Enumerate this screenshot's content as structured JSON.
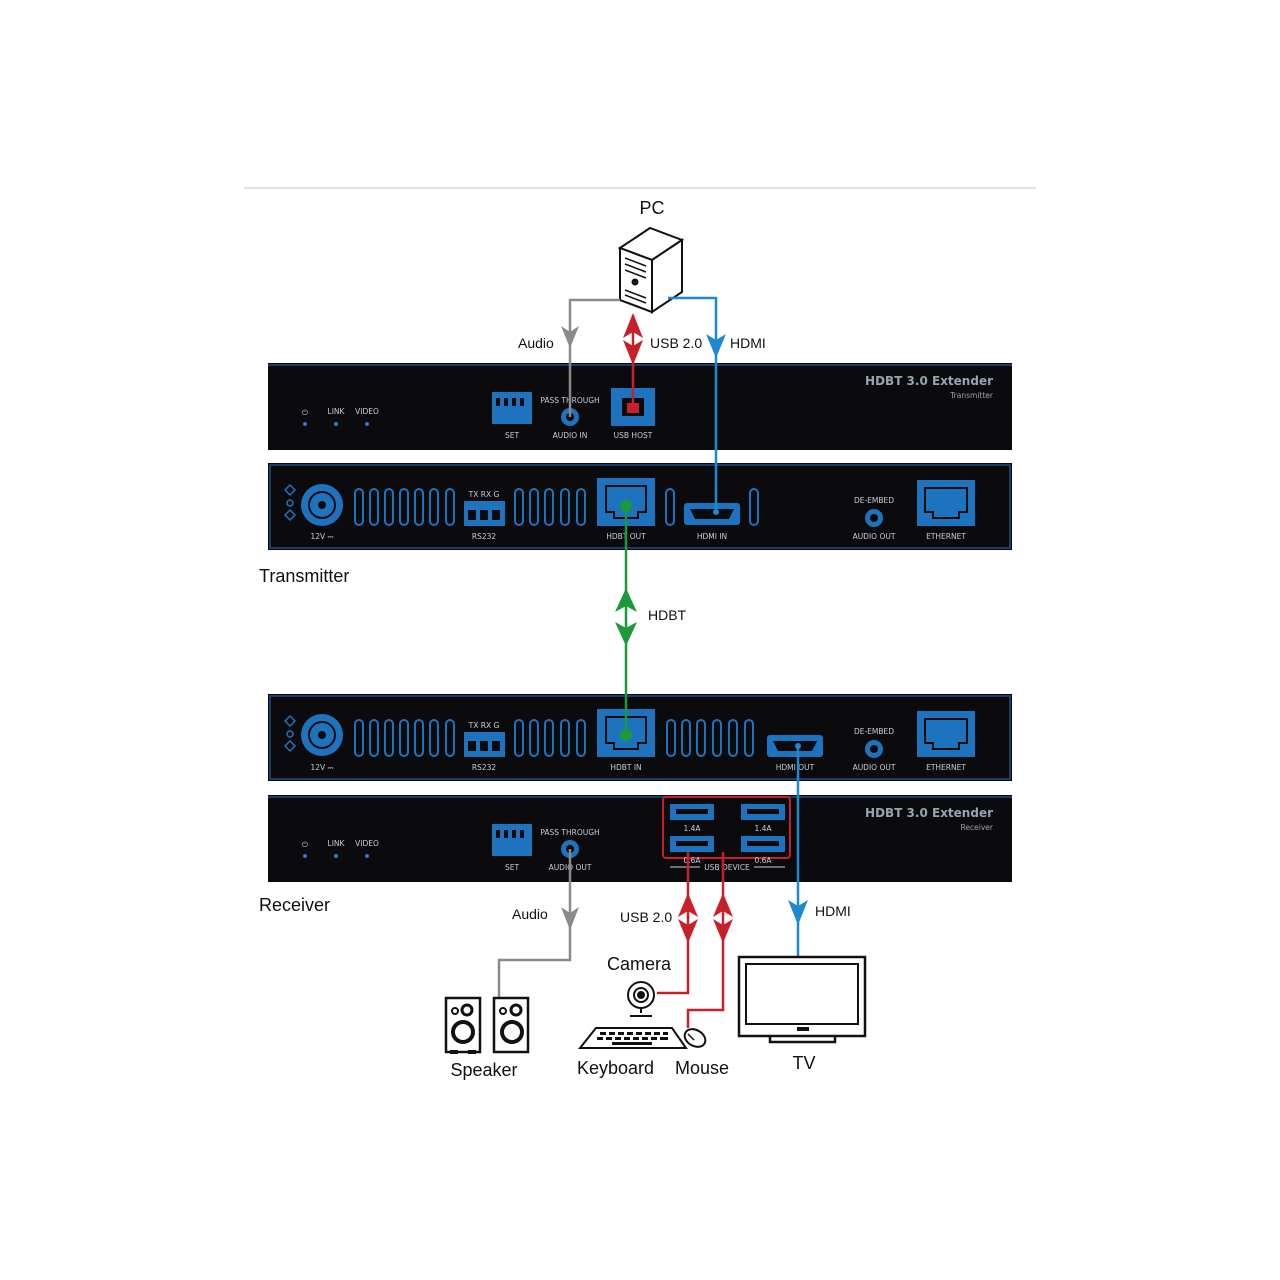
{
  "labels": {
    "pc": "PC",
    "transmitter": "Transmitter",
    "receiver": "Receiver",
    "camera": "Camera",
    "keyboard": "Keyboard",
    "mouse": "Mouse",
    "speaker": "Speaker",
    "tv": "TV"
  },
  "connections": {
    "tx_audio": "Audio",
    "tx_usb": "USB 2.0",
    "tx_hdmi": "HDMI",
    "hdbt": "HDBT",
    "rx_audio": "Audio",
    "rx_usb": "USB 2.0",
    "rx_hdmi": "HDMI"
  },
  "transmitter_front": {
    "title": "HDBT 3.0 Extender",
    "subtitle": "Transmitter",
    "led_power": "",
    "led_link": "LINK",
    "led_video": "VIDEO",
    "set": "SET",
    "pass_through": "PASS THROUGH",
    "audio_in": "AUDIO IN",
    "usb_host": "USB HOST"
  },
  "transmitter_rear": {
    "power": "12V ⎓",
    "rs232_pins": "TX  RX  G",
    "rs232": "RS232",
    "hdbt_out": "HDBT OUT",
    "hdmi_in": "HDMI IN",
    "de_embed": "DE-EMBED",
    "audio_out": "AUDIO OUT",
    "ethernet": "ETHERNET"
  },
  "receiver_rear": {
    "power": "12V ⎓",
    "rs232_pins": "TX  RX  G",
    "rs232": "RS232",
    "hdbt_in": "HDBT IN",
    "hdmi_out": "HDMI OUT",
    "de_embed": "DE-EMBED",
    "audio_out": "AUDIO OUT",
    "ethernet": "ETHERNET"
  },
  "receiver_front": {
    "title": "HDBT 3.0 Extender",
    "subtitle": "Receiver",
    "led_link": "LINK",
    "led_video": "VIDEO",
    "set": "SET",
    "pass_through": "PASS THROUGH",
    "audio_out": "AUDIO OUT",
    "usb_device": "USB DEVICE",
    "usb_rating_1": "1.4A",
    "usb_rating_2": "1.4A",
    "usb_rating_3": "0.6A",
    "usb_rating_4": "0.6A"
  },
  "colors": {
    "audio": "#8a8a8a",
    "usb": "#c8202a",
    "hdmi": "#1e88d0",
    "hdbt": "#1a9a3a",
    "device_body": "#0b0b0e",
    "port_blue": "#1e73be"
  }
}
